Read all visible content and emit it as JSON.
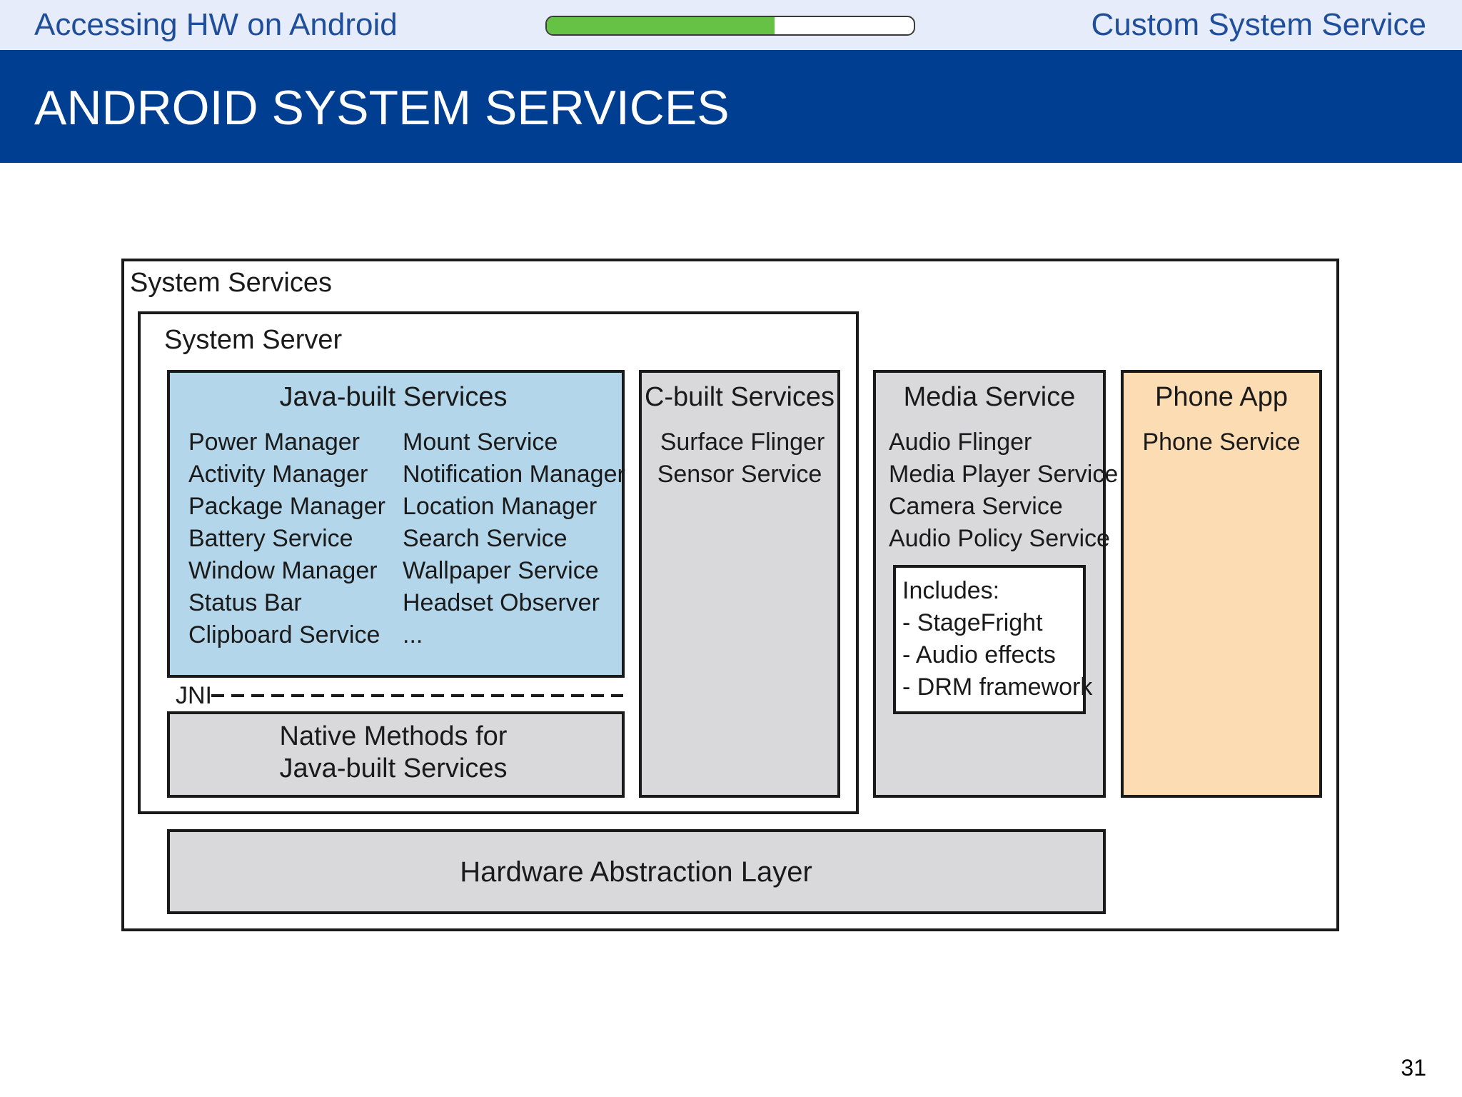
{
  "header": {
    "left_title": "Accessing HW on Android",
    "right_title": "Custom System Service",
    "progress": 0.62
  },
  "slide": {
    "title": "ANDROID SYSTEM SERVICES",
    "page_number": "31"
  },
  "colors": {
    "header_band": "#e6ecfa",
    "header_text": "#1f4e9b",
    "title_band": "#003e92",
    "progress_fill": "#66c244",
    "java_services": "#b3d6ea",
    "gray_box": "#d9d8db",
    "phone_app": "#fbdcb3"
  },
  "diagram": {
    "system_services_label": "System Services",
    "system_server_label": "System Server",
    "java_services": {
      "title": "Java-built Services",
      "left_column": [
        "Power Manager",
        "Activity Manager",
        "Package Manager",
        "Battery Service",
        "Window Manager",
        "Status Bar",
        "Clipboard Service"
      ],
      "right_column": [
        "Mount Service",
        "Notification Manager",
        "Location Manager",
        "Search Service",
        "Wallpaper Service",
        "Headset Observer",
        "..."
      ]
    },
    "jni_label": "JNI",
    "native_methods": [
      "Native Methods for",
      "Java-built Services"
    ],
    "c_services": {
      "title": "C-built Services",
      "items": [
        "Surface Flinger",
        "Sensor Service"
      ]
    },
    "media_service": {
      "title": "Media Service",
      "items": [
        "Audio Flinger",
        "Media Player Service",
        "Camera Service",
        "Audio Policy Service"
      ],
      "includes": [
        "Includes:",
        "- StageFright",
        "- Audio effects",
        "- DRM framework"
      ]
    },
    "phone_app": {
      "title": "Phone App",
      "items": [
        "Phone Service"
      ]
    },
    "hal_label": "Hardware Abstraction Layer"
  }
}
